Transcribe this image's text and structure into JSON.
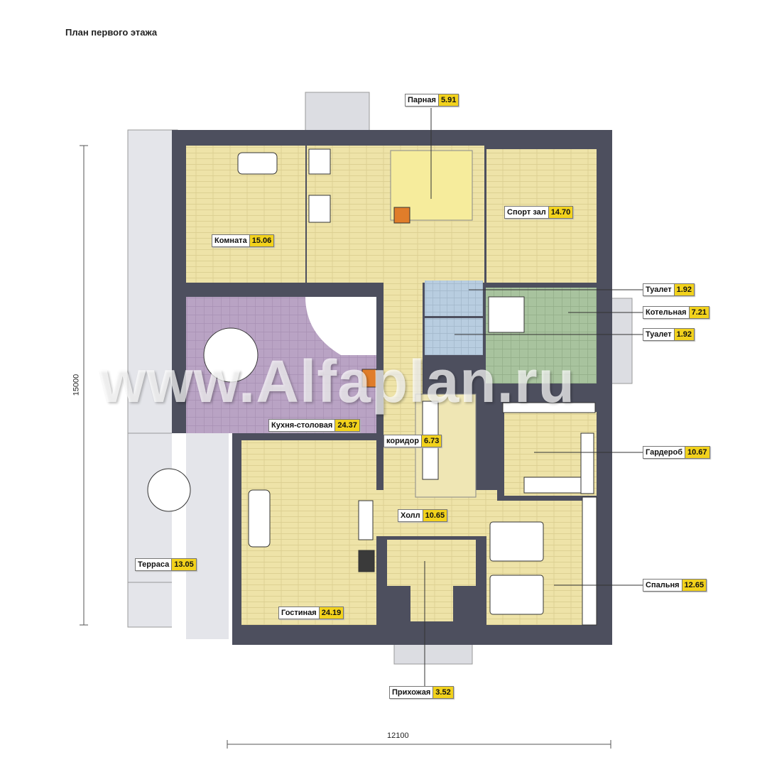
{
  "title": "План первого этажа",
  "watermark": "www.Alfaplan.ru",
  "dimensions": {
    "height": "15000",
    "width": "12100"
  },
  "colors": {
    "wall": "#4d4f5e",
    "floor": "#eee3a8",
    "kitchen": "#b9a3c4",
    "bath": "#b8cde0",
    "boiler": "#a8c39e",
    "sauna": "#f6ec9c",
    "label_value": "#f2d21c"
  },
  "rooms": [
    {
      "name": "Парная",
      "area": "5.91"
    },
    {
      "name": "Спорт зал",
      "area": "14.70"
    },
    {
      "name": "Комната",
      "area": "15.06"
    },
    {
      "name": "Туалет",
      "area": "1.92"
    },
    {
      "name": "Туалет",
      "area": "1.92"
    },
    {
      "name": "Котельная",
      "area": "7.21"
    },
    {
      "name": "коридор",
      "area": "6.73"
    },
    {
      "name": "Кухня-столовая",
      "area": "24.37"
    },
    {
      "name": "Гардероб",
      "area": "10.67"
    },
    {
      "name": "Холл",
      "area": "10.65"
    },
    {
      "name": "Терраса",
      "area": "13.05"
    },
    {
      "name": "Спальня",
      "area": "12.65"
    },
    {
      "name": "Гостиная",
      "area": "24.19"
    },
    {
      "name": "Прихожая",
      "area": "3.52"
    }
  ]
}
